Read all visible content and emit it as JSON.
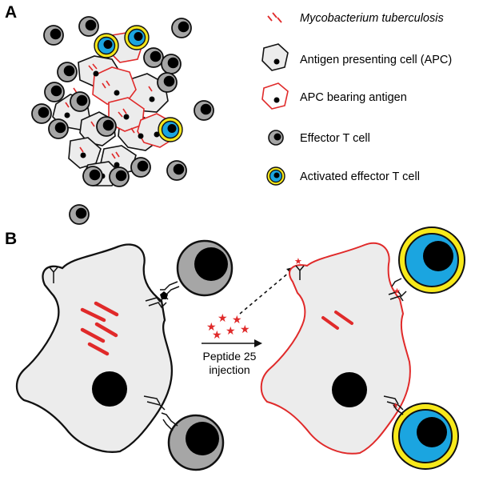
{
  "panels": {
    "a_label": "A",
    "b_label": "B"
  },
  "legend": {
    "mtb": "Mycobacterium tuberculosis",
    "apc": "Antigen presenting cell (APC)",
    "apc_antigen": "APC bearing antigen",
    "effector": "Effector T cell",
    "activated": "Activated effector T cell"
  },
  "arrow": {
    "line1": "Peptide 25",
    "line2": "injection"
  },
  "colors": {
    "mtb_red": "#e02a2a",
    "apc_fill": "#ececec",
    "effector_gray": "#a6a6a6",
    "activated_blue": "#1ba5e0",
    "activated_ring": "#f7e91b",
    "outline": "#111111"
  }
}
